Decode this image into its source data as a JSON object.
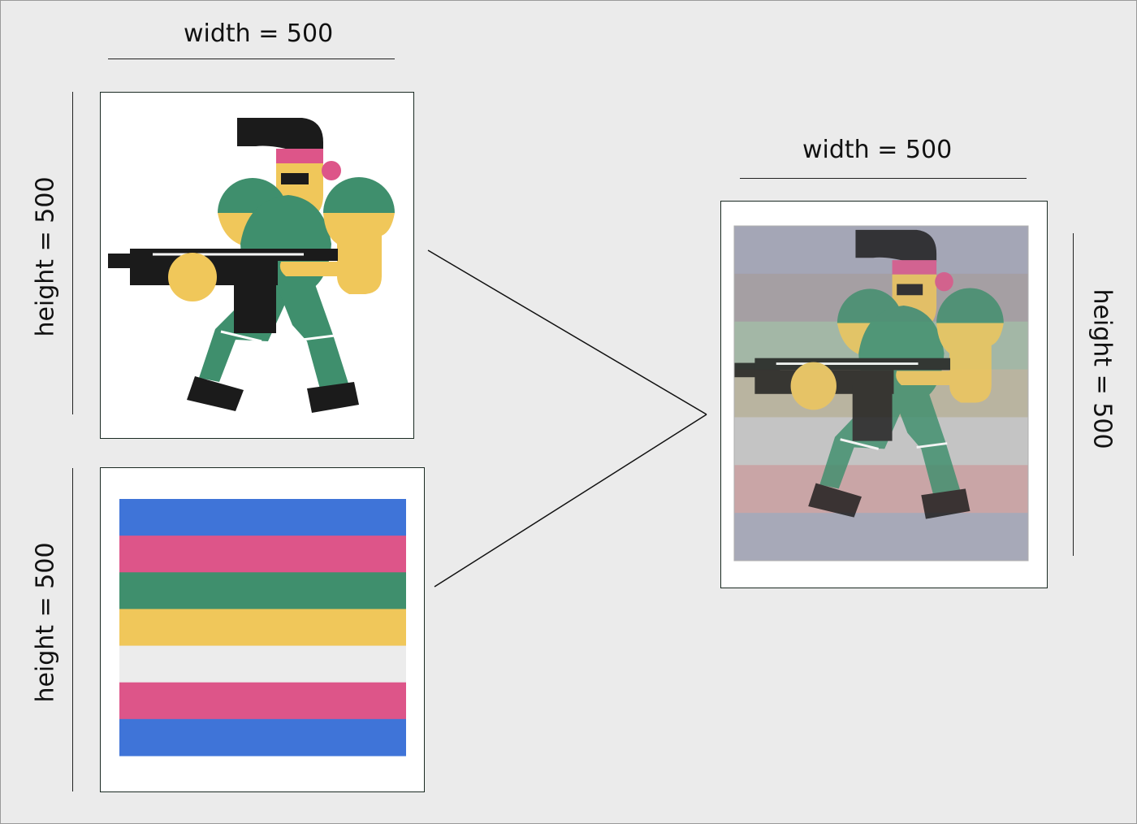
{
  "labels": {
    "width_top": "width = 500",
    "height_character": "height = 500",
    "height_stripes": "height = 500",
    "width_result": "width = 500",
    "height_result": "height = 500"
  },
  "colors": {
    "background": "#ebebeb",
    "green": "#3f8f6d",
    "yellow": "#f0c75a",
    "pink": "#dd5589",
    "black": "#1b1b1b",
    "blue": "#3f74d8",
    "light": "#ececec"
  },
  "stripes": [
    "#3f74d8",
    "#dd5589",
    "#3f8f6d",
    "#f0c75a",
    "#ececec",
    "#dd5589",
    "#3f74d8"
  ],
  "result_stripes": [
    "#a4a6b6",
    "#a59fa3",
    "#a3b7a6",
    "#b9b4a0",
    "#c4c4c4",
    "#c9a5a6",
    "#a7a9b8"
  ]
}
